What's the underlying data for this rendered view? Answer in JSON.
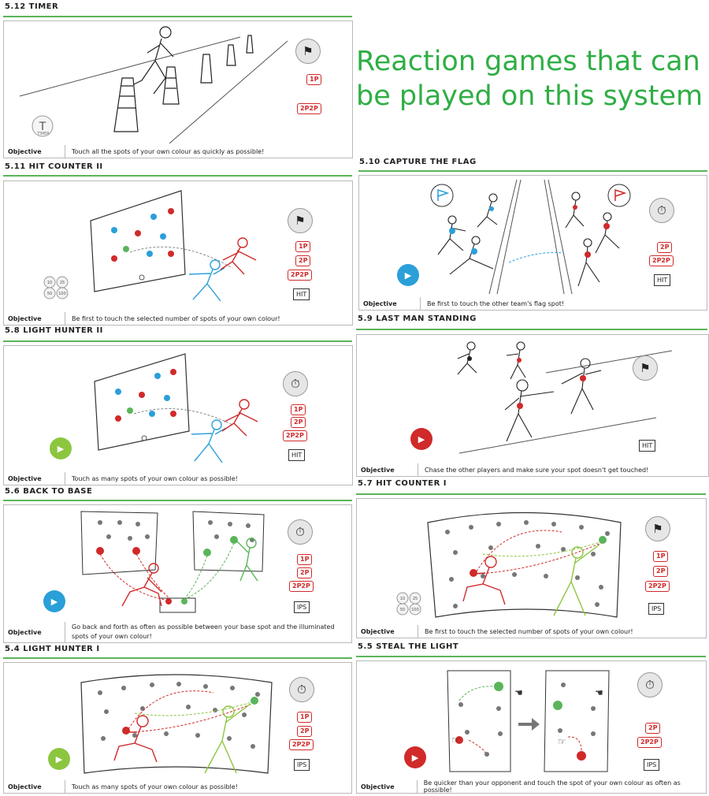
{
  "heading": "Reaction games that can be played on this system",
  "colors": {
    "green": "#5ab55a",
    "red": "#d02a2a",
    "blue": "#2a9fd8",
    "lime": "#8cc63f",
    "heading": "#2fae45"
  },
  "objective_label": "Objective",
  "sections": {
    "timer": {
      "title": "5.12 TIMER",
      "objective": "Touch all the spots of your own colour as quickly as possible!",
      "badges": [
        "1P",
        "2P2P"
      ],
      "icon": "checkered-flag-icon",
      "timer_label": "TIMER"
    },
    "hit2": {
      "title": "5.11 HIT COUNTER II",
      "objective": "Be first to touch the selected number of spots of your own colour!",
      "badges": [
        "1P",
        "2P",
        "2P2P"
      ],
      "mode": "HIT",
      "icon": "checkered-flag-icon",
      "counts": [
        "10",
        "25",
        "50",
        "100"
      ]
    },
    "capture": {
      "title": "5.10 CAPTURE THE FLAG",
      "objective": "Be first to touch the other team's flag spot!",
      "badges": [
        "2P",
        "2P2P"
      ],
      "mode": "HIT",
      "icon": "stopwatch-icon"
    },
    "lh2": {
      "title": "5.8 LIGHT HUNTER II",
      "objective": "Touch as many spots of your own colour as possible!",
      "badges": [
        "1P",
        "2P",
        "2P2P"
      ],
      "mode": "HIT",
      "icon": "stopwatch-icon"
    },
    "lms": {
      "title": "5.9 LAST MAN STANDING",
      "objective": "Chase the other players and make sure your spot doesn't get touched!",
      "mode": "HIT",
      "icon": "checkered-flag-icon"
    },
    "btb": {
      "title": "5.6 BACK TO BASE",
      "objective": "Go back and forth as often as possible between your base spot and the illuminated spots of your own colour!",
      "badges": [
        "1P",
        "2P",
        "2P2P"
      ],
      "mode": "IPS",
      "icon": "stopwatch-icon"
    },
    "hc1": {
      "title": "5.7 HIT COUNTER I",
      "objective": "Be first to touch the selected number of spots of your own colour!",
      "badges": [
        "1P",
        "2P",
        "2P2P"
      ],
      "mode": "IPS",
      "icon": "checkered-flag-icon",
      "counts": [
        "10",
        "25",
        "50",
        "100"
      ]
    },
    "lh1": {
      "title": "5.4 LIGHT HUNTER I",
      "objective": "Touch as many spots of your own colour as possible!",
      "badges": [
        "1P",
        "2P",
        "2P2P"
      ],
      "mode": "IPS",
      "icon": "stopwatch-icon"
    },
    "stl": {
      "title": "5.5 STEAL THE LIGHT",
      "objective": "Be quicker than your opponent and touch the spot of your own colour as often as possible!",
      "badges": [
        "2P",
        "2P2P"
      ],
      "mode": "IPS",
      "icon": "stopwatch-icon"
    }
  }
}
